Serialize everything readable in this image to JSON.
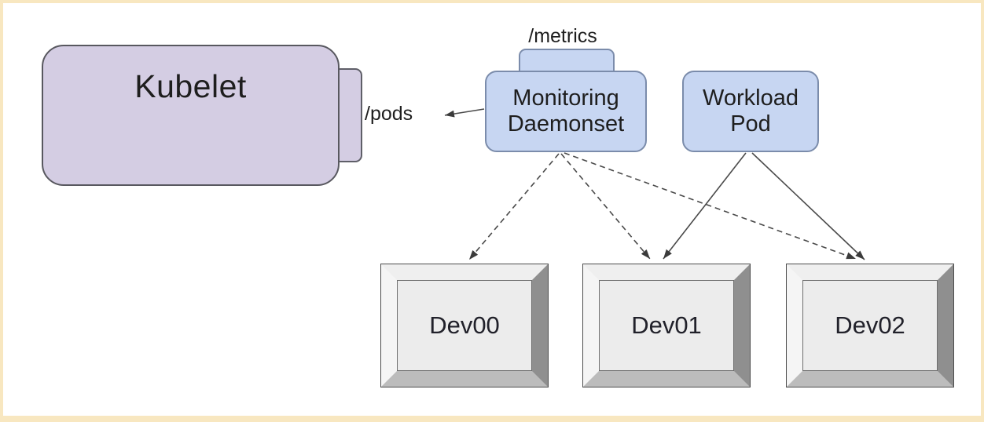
{
  "frame": {
    "border_color": "#f8e7c0",
    "background": "#ffffff"
  },
  "diagram": {
    "kubelet": {
      "label": "Kubelet",
      "fill": "#d4cde3"
    },
    "pods_label": "/pods",
    "metrics_label": "/metrics",
    "monitoring": {
      "line1": "Monitoring",
      "line2": "Daemonset",
      "fill": "#c7d6f2"
    },
    "workload": {
      "line1": "Workload",
      "line2": "Pod",
      "fill": "#c7d6f2"
    },
    "devices": [
      {
        "label": "Dev00"
      },
      {
        "label": "Dev01"
      },
      {
        "label": "Dev02"
      }
    ],
    "edges": [
      {
        "from": "monitoring-daemonset",
        "to": "kubelet-pods",
        "style": "solid"
      },
      {
        "from": "monitoring-daemonset",
        "to": "dev00",
        "style": "dashed"
      },
      {
        "from": "monitoring-daemonset",
        "to": "dev01",
        "style": "dashed"
      },
      {
        "from": "monitoring-daemonset",
        "to": "dev02",
        "style": "dashed"
      },
      {
        "from": "workload-pod",
        "to": "dev01",
        "style": "solid"
      },
      {
        "from": "workload-pod",
        "to": "dev02",
        "style": "solid"
      }
    ]
  }
}
